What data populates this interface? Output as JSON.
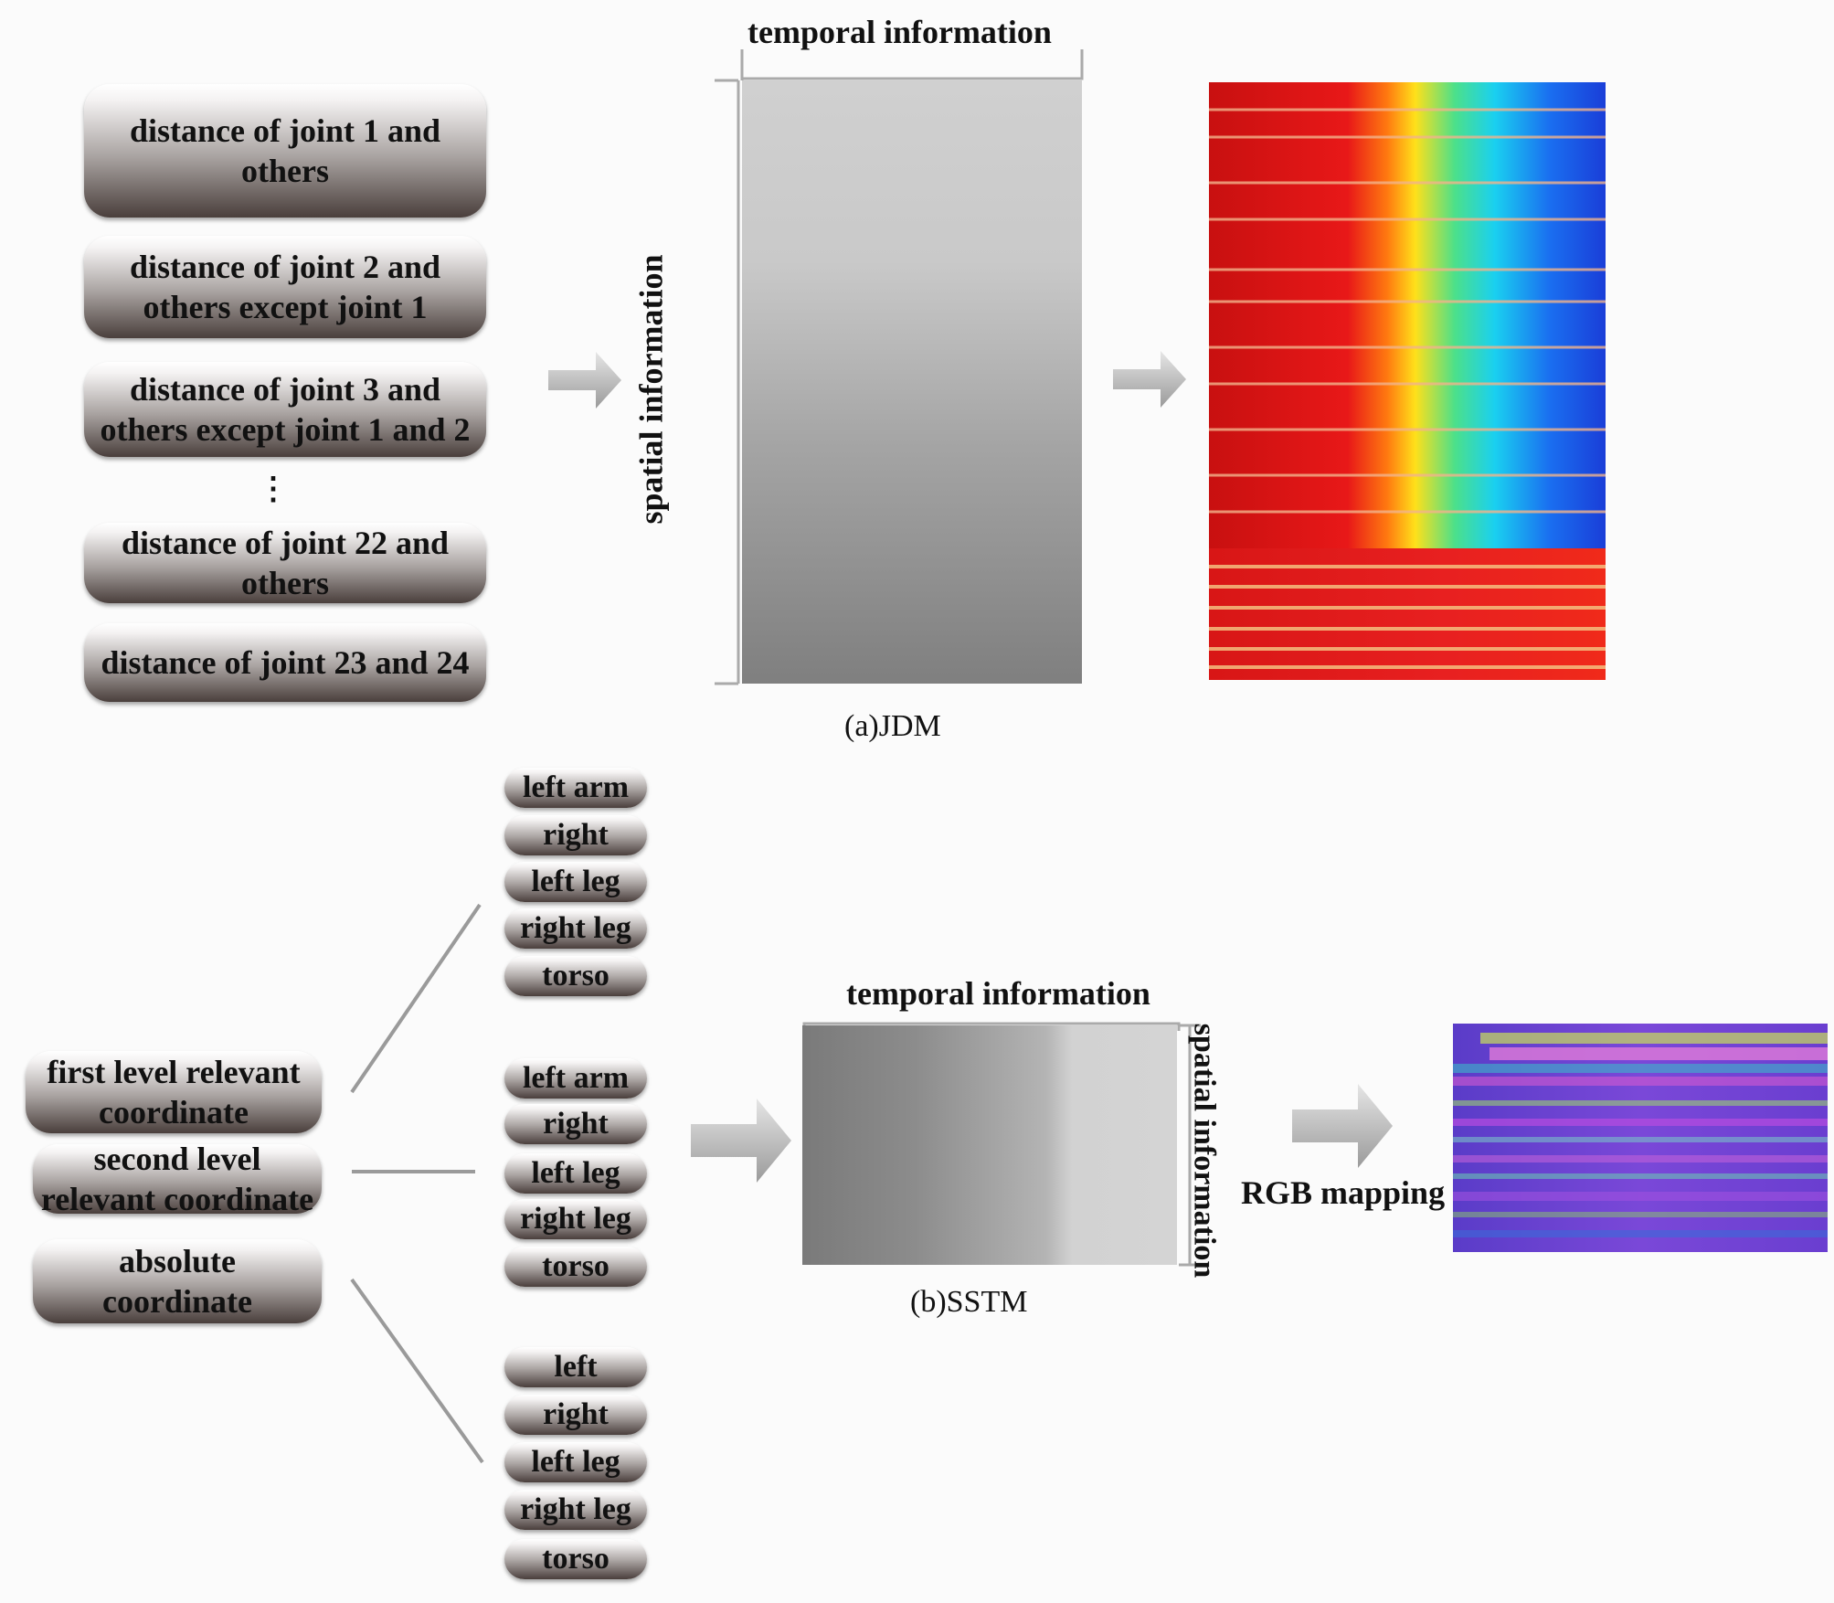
{
  "jdm": {
    "rows": [
      {
        "line1": "distance of joint 1 and",
        "line2": "others"
      },
      {
        "line1": "distance of joint 2 and",
        "line2": "others except  joint 1"
      },
      {
        "line1": "distance of joint 3 and",
        "line2": "others except  joint 1 and 2"
      },
      {
        "line1": "distance of joint 22 and",
        "line2": "others"
      },
      {
        "line1": "distance of joint 23 and 24",
        "line2": ""
      }
    ],
    "ellipsis": "⋮",
    "temporal_label": "temporal information",
    "spatial_label": "spatial information",
    "caption": "(a)JDM"
  },
  "sstm": {
    "levels": [
      {
        "line1": "first level relevant",
        "line2": "coordinate"
      },
      {
        "line1": "second level",
        "line2": "relevant coordinate"
      },
      {
        "line1": "absolute",
        "line2": "coordinate"
      }
    ],
    "groups": [
      [
        "left arm",
        "right",
        "left leg",
        "right leg",
        "torso"
      ],
      [
        "left arm",
        "right",
        "left leg",
        "right leg",
        "torso"
      ],
      [
        "left",
        "right",
        "left leg",
        "right leg",
        "torso"
      ]
    ],
    "temporal_label": "temporal information",
    "spatial_label": "spatial information",
    "caption": "(b)SSTM",
    "rgb_label": "RGB mapping"
  },
  "colors": {
    "jdm_heatmap": [
      "#d81a1a",
      "#ffd21a",
      "#21c9e0",
      "#1c47e0"
    ],
    "sstm_heatmap": [
      "#6b3fd6",
      "#b84ce0",
      "#c9e05a",
      "#3cb8c8"
    ]
  }
}
